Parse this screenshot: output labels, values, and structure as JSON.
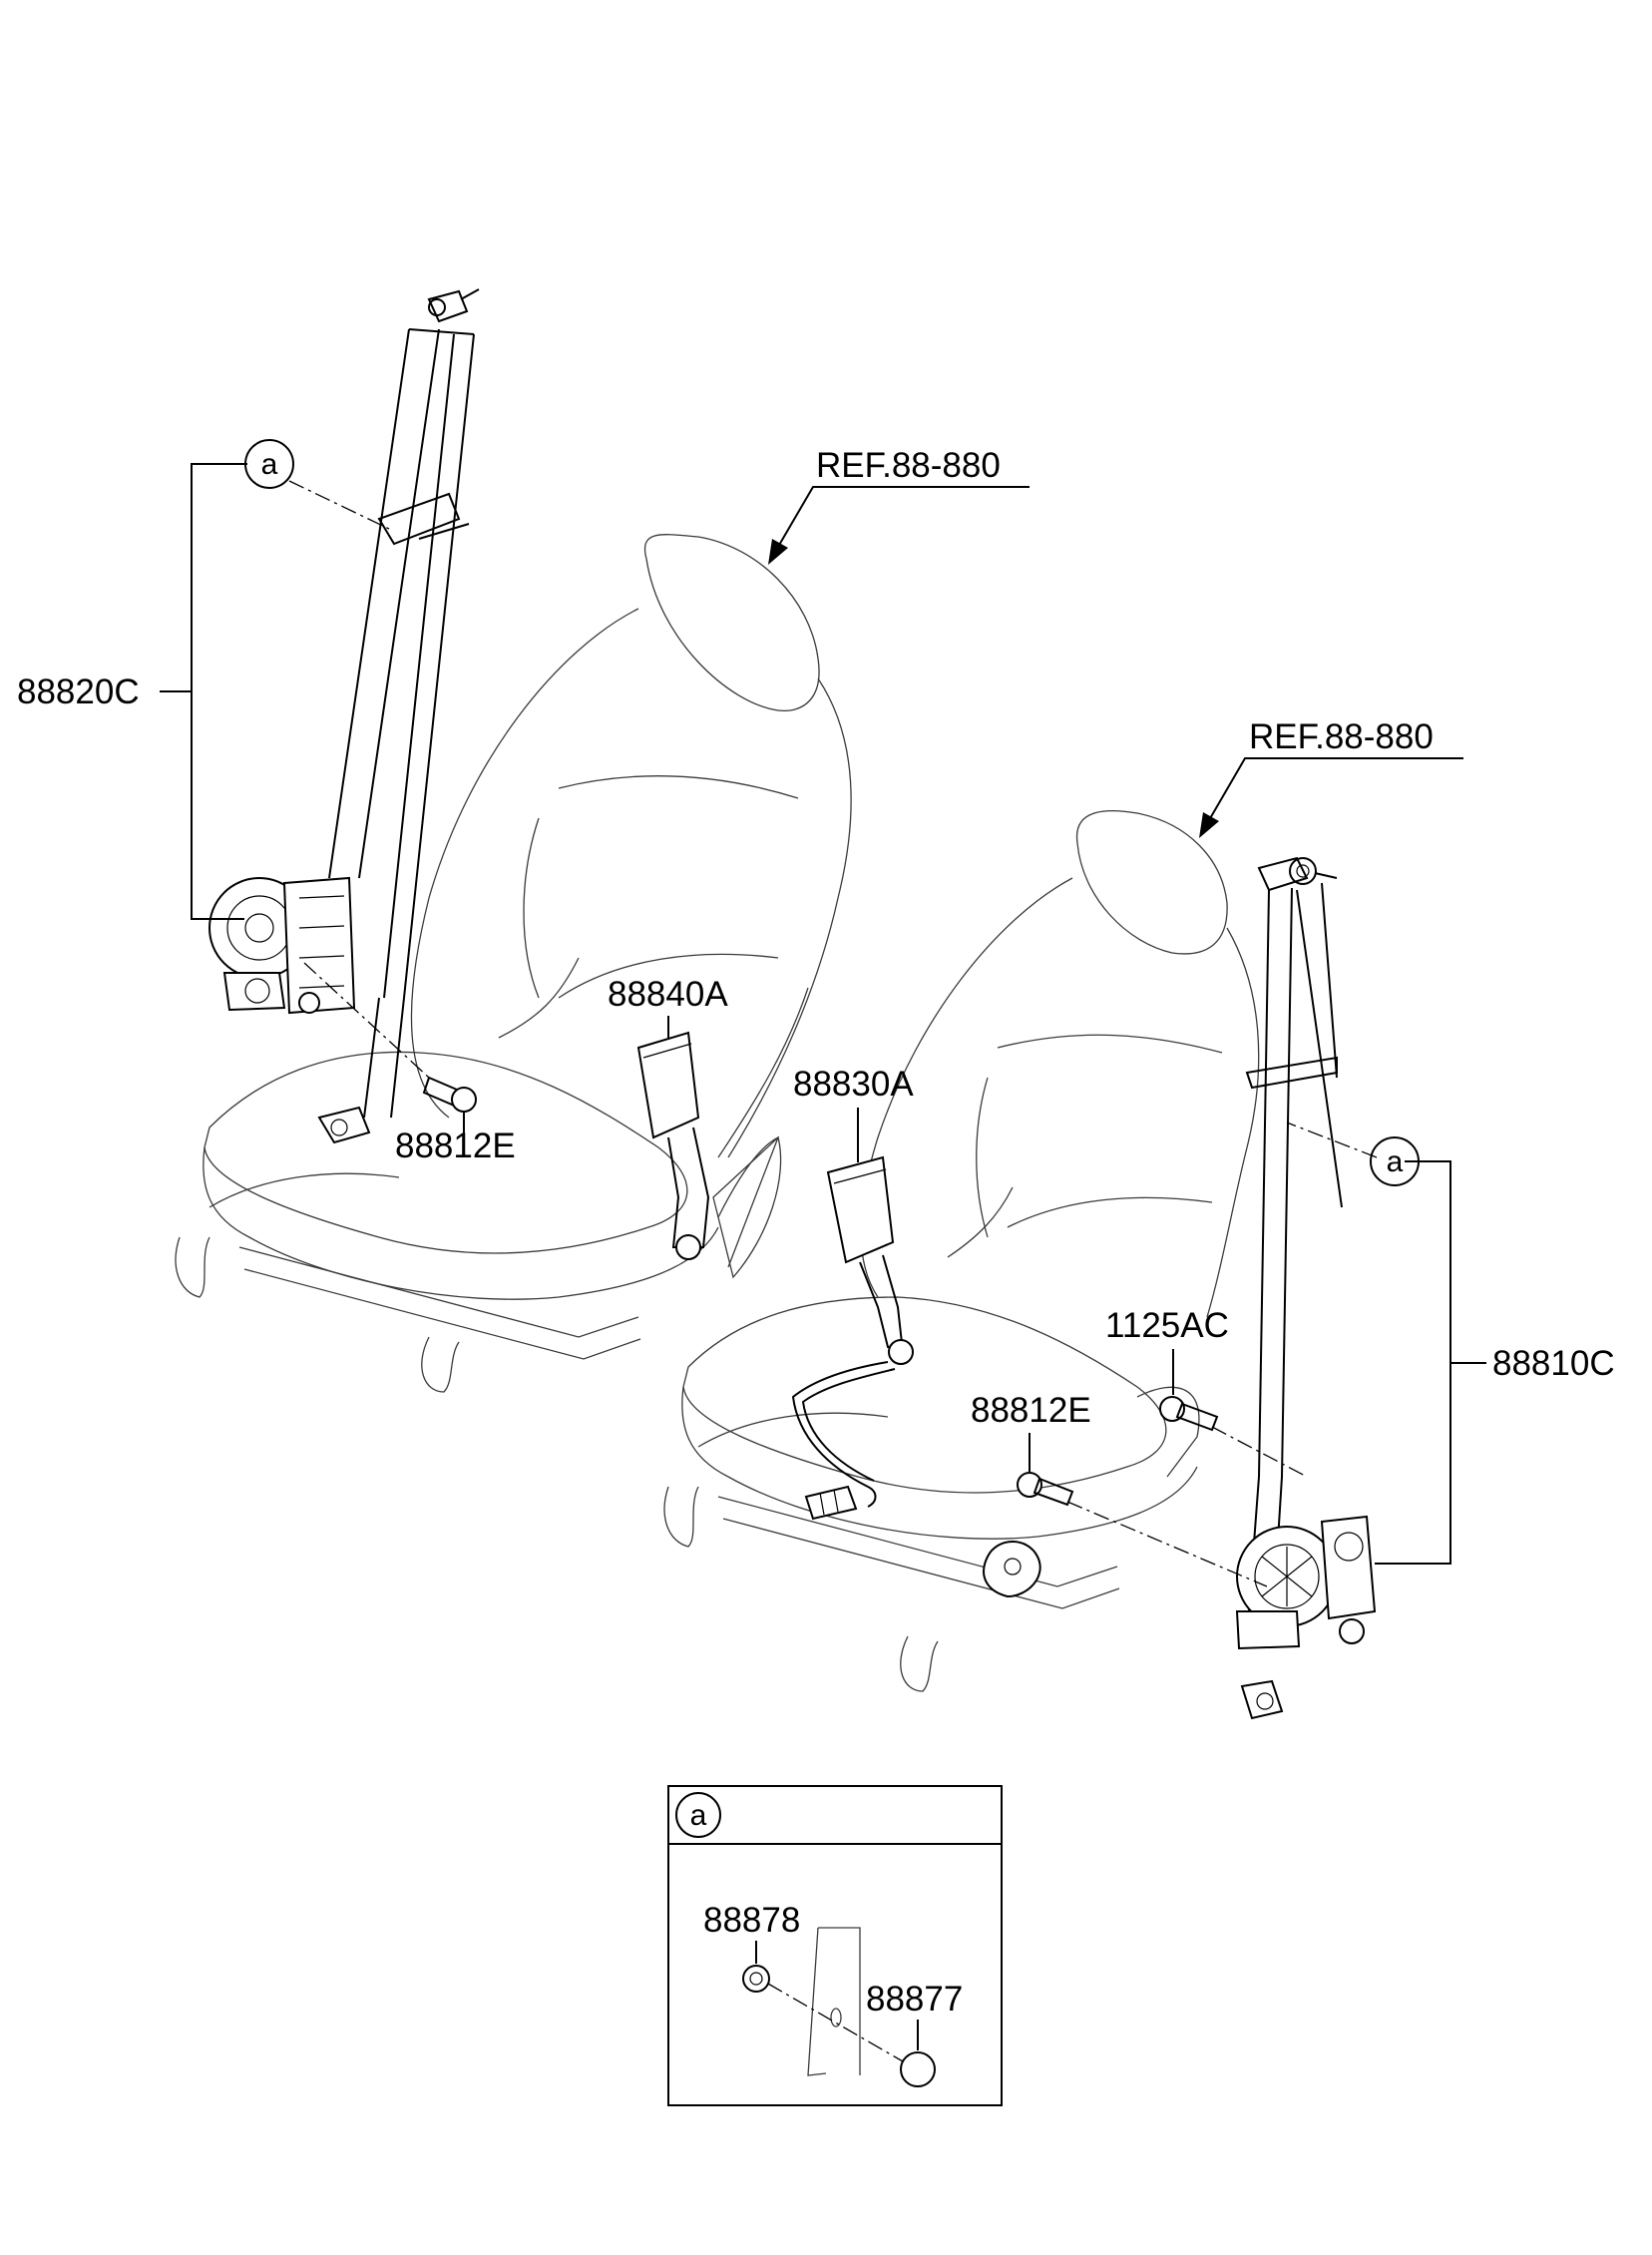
{
  "labels": {
    "front_left_belt": "88820C",
    "front_right_belt": "88810C",
    "bolt_left": "88812E",
    "bolt_right": "88812E",
    "buckle_left": "88840A",
    "buckle_right": "88830A",
    "bolt_1125": "1125AC",
    "ref_left": "REF.88-880",
    "ref_right": "REF.88-880",
    "detail_cap": "88878",
    "detail_ring": "88877"
  },
  "callouts": {
    "left": "a",
    "right": "a",
    "detail_header": "a"
  }
}
